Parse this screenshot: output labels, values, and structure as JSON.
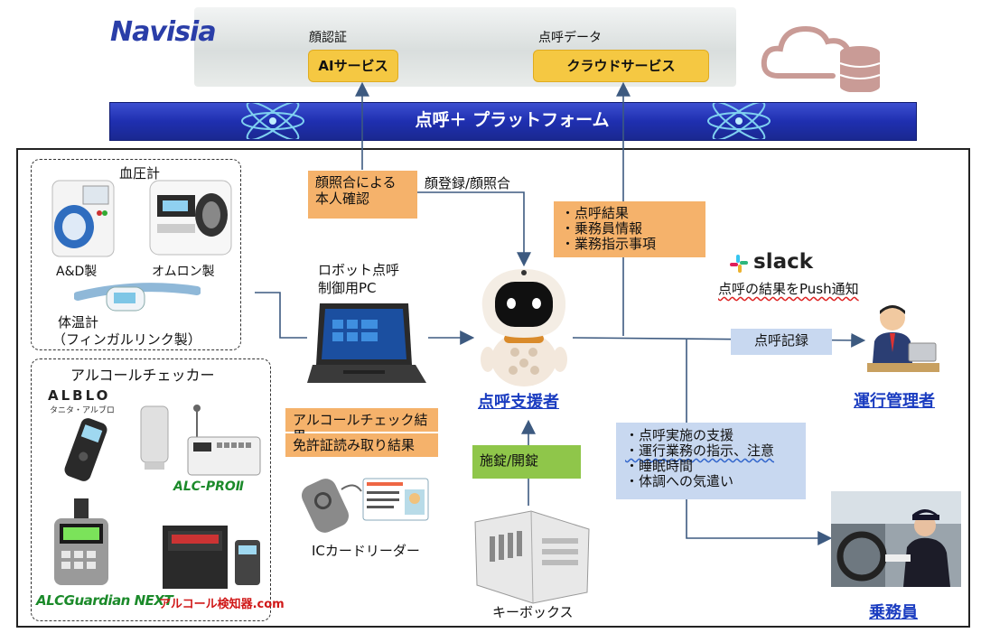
{
  "brand": {
    "logo": "Navisia"
  },
  "top": {
    "face_auth_caption": "顔認証",
    "ai_service": "AIサービス",
    "tenko_data_caption": "点呼データ",
    "cloud_service": "クラウドサービス"
  },
  "platform": {
    "title": "点呼＋ プラットフォーム"
  },
  "devices": {
    "blood_pressure_title": "血圧計",
    "and_label": "A&D製",
    "omron_label": "オムロン製",
    "thermometer_label": "体温計",
    "thermometer_maker": "（フィンガルリンク製）",
    "alcohol_checker_title": "アルコールチェッカー",
    "alblo_brand": "ALBLO",
    "alblo_sub": "タニタ・アルブロ",
    "alcpro_brand": "ALC-PROⅡ",
    "alcguardian_brand": "ALCGuardian NEXT",
    "alcohol_detector_brand": "アルコール検知器.com"
  },
  "pc": {
    "line1": "ロボット点呼",
    "line2": "制御用PC"
  },
  "boxes": {
    "face_match_line1": "顔照合による",
    "face_match_line2": "本人確認",
    "face_register_label": "顔登録/顔照合",
    "tenko_results": [
      "・点呼結果",
      "・乗務員情報",
      "・業務指示事項"
    ],
    "alcohol_result": "アルコールチェック結果",
    "license_result": "免許証読み取り結果",
    "lock_unlock": "施錠/開錠",
    "tenko_record": "点呼記録",
    "support_items": [
      "・点呼実施の支援",
      "・運行業務の指示、注意",
      "・睡眠時間",
      "・体調への気遣い"
    ]
  },
  "labels": {
    "ic_reader": "ICカードリーダー",
    "key_box": "キーボックス",
    "slack": "slack",
    "push_notice": "点呼の結果をPush通知"
  },
  "roles": {
    "robot": "点呼支援者",
    "manager": "運行管理者",
    "crew": "乗務員"
  },
  "colors": {
    "orange_box": "#f5b26b",
    "blue_box": "#c8d8f0",
    "green_box": "#8fc64a",
    "platform_blue": "#1f2fb0",
    "service_yellow": "#f5c842",
    "role_blue": "#1a3cc0"
  }
}
